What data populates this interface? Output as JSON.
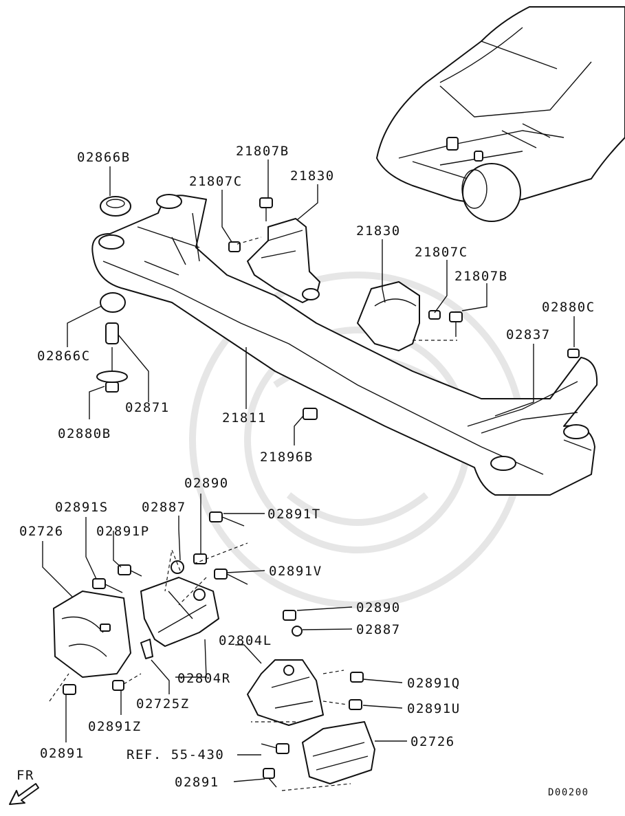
{
  "diagram_code": "D00200",
  "direction_label": "FR",
  "callouts": [
    {
      "id": "c1",
      "text": "02866B"
    },
    {
      "id": "c2",
      "text": "21807B"
    },
    {
      "id": "c3",
      "text": "21807C"
    },
    {
      "id": "c4",
      "text": "21830"
    },
    {
      "id": "c5",
      "text": "21830"
    },
    {
      "id": "c6",
      "text": "21807C"
    },
    {
      "id": "c7",
      "text": "21807B"
    },
    {
      "id": "c8",
      "text": "02880C"
    },
    {
      "id": "c9",
      "text": "02837"
    },
    {
      "id": "c10",
      "text": "02866C"
    },
    {
      "id": "c11",
      "text": "02871"
    },
    {
      "id": "c12",
      "text": "02880B"
    },
    {
      "id": "c13",
      "text": "21811"
    },
    {
      "id": "c14",
      "text": "21896B"
    },
    {
      "id": "c15",
      "text": "02890"
    },
    {
      "id": "c16",
      "text": "02891S"
    },
    {
      "id": "c17",
      "text": "02887"
    },
    {
      "id": "c18",
      "text": "02891T"
    },
    {
      "id": "c19",
      "text": "02726"
    },
    {
      "id": "c20",
      "text": "02891P"
    },
    {
      "id": "c21",
      "text": "02891V"
    },
    {
      "id": "c22",
      "text": "02890"
    },
    {
      "id": "c23",
      "text": "02887"
    },
    {
      "id": "c24",
      "text": "02804L"
    },
    {
      "id": "c25",
      "text": "02804R"
    },
    {
      "id": "c26",
      "text": "02891Q"
    },
    {
      "id": "c27",
      "text": "02725Z"
    },
    {
      "id": "c28",
      "text": "02891U"
    },
    {
      "id": "c29",
      "text": "02891Z"
    },
    {
      "id": "c30",
      "text": "02726"
    },
    {
      "id": "c31",
      "text": "02891"
    },
    {
      "id": "c32",
      "text": "REF. 55-430"
    },
    {
      "id": "c33",
      "text": "02891"
    }
  ]
}
